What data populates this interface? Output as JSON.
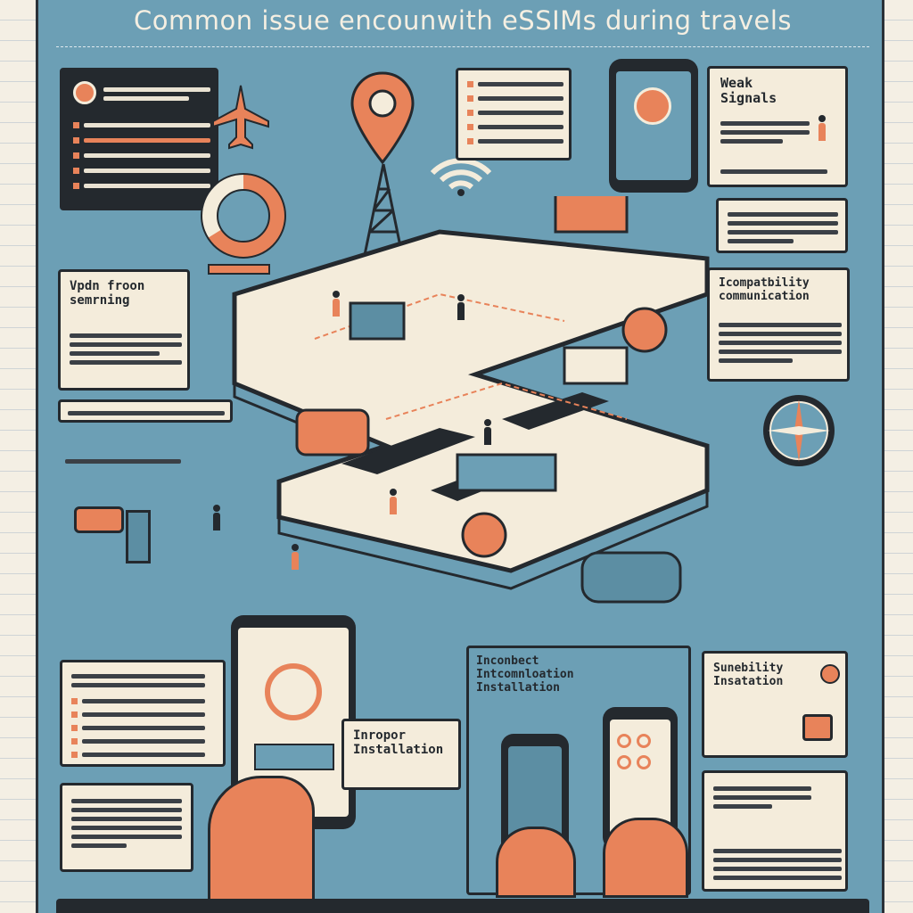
{
  "title": "Common issue encounwith eSSIMs  during travels",
  "panels": {
    "weak_signals": "Weak Signals",
    "vpdn_roaming": "Vpdn froon semrning",
    "compatibility": "Icompatbility communication",
    "incomplete_installation": "Inconbect Intcomnloation Installation",
    "sunability_installation": "Sunebility Insatation",
    "improper_installation": "Inropor Installation"
  },
  "colors": {
    "background": "#6c9fb5",
    "accent": "#e8835a",
    "dark": "#24292e",
    "cream": "#f4ecdb"
  }
}
